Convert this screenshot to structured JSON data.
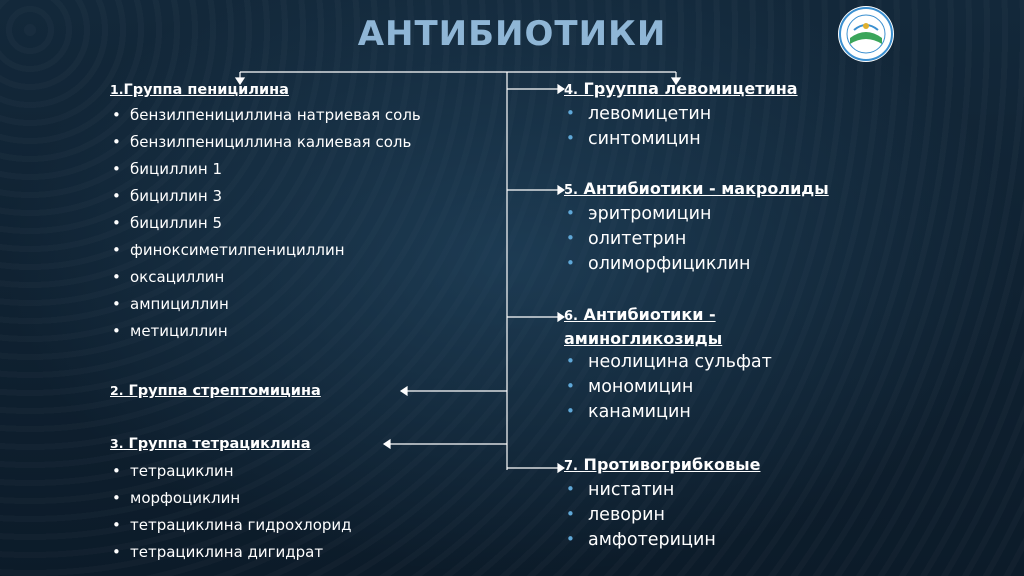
{
  "slide": {
    "title": "АНТИБИОТИКИ"
  },
  "groups_left": [
    {
      "num": "1.",
      "name": "Группа пеницилина",
      "items": [
        "бензилпенициллина натриевая соль",
        "бензилпенициллина калиевая соль",
        "бициллин 1",
        "бициллин 3",
        "бициллин 5",
        "финоксиметилпенициллин",
        "оксациллин",
        "ампициллин",
        "метициллин"
      ]
    },
    {
      "num": "2.",
      "name": " Группа стрептомицина",
      "items": []
    },
    {
      "num": "3.",
      "name": " Группа тетрациклина",
      "items": [
        "тетрациклин",
        "морфоциклин",
        "тетрациклина гидрохлорид",
        "тетрациклина дигидрат"
      ]
    }
  ],
  "groups_right": [
    {
      "num": "4.",
      "name": " Грyуппа левомицетина",
      "items": [
        "левомицетин",
        "синтомицин"
      ]
    },
    {
      "num": "5.",
      "name": " Антибиотики - макролиды",
      "items": [
        "эритромицин",
        "олитетрин",
        "олиморфициклин"
      ]
    },
    {
      "num": "6.",
      "name": " Антибиотики - ",
      "name2": "аминогликозиды",
      "items": [
        "неолицина сульфат",
        "мономицин",
        "канамицин"
      ]
    },
    {
      "num": "7.",
      "name": " Противогрибковые",
      "items": [
        "нистатин",
        "леворин",
        "амфотерицин"
      ]
    }
  ],
  "colors": {
    "title": "#8fb6d6",
    "text": "#ffffff",
    "bullet_right": "#5fa8d8",
    "background": "#0f2131"
  }
}
